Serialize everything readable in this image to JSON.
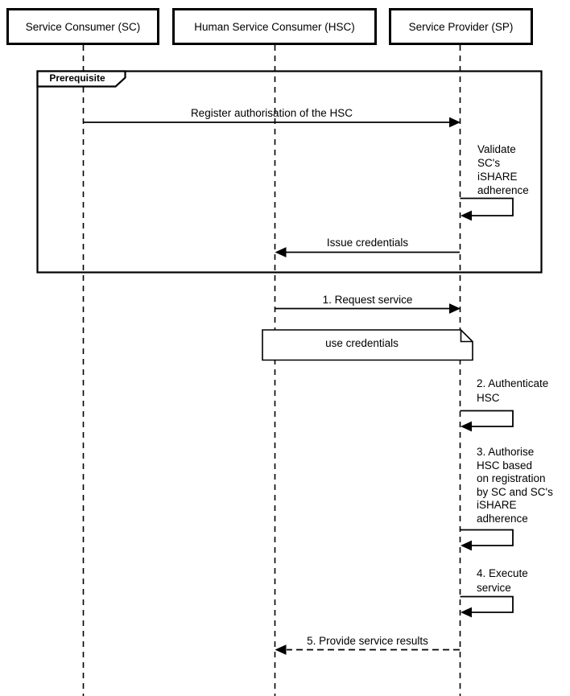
{
  "actors": [
    {
      "id": "SC",
      "label": "Service Consumer (SC)"
    },
    {
      "id": "HSC",
      "label": "Human Service Consumer (HSC)"
    },
    {
      "id": "SP",
      "label": "Service Provider (SP)"
    }
  ],
  "frame": {
    "label": "Prerequisite"
  },
  "note": {
    "label": "use credentials"
  },
  "messages": [
    {
      "name": "register",
      "label": "Register authorisation of the HSC",
      "from": "SC",
      "to": "SP",
      "style": "solid"
    },
    {
      "name": "validate",
      "label": "Validate\nSC's\niSHARE\nadherence",
      "from": "SP",
      "to": "SP",
      "style": "self"
    },
    {
      "name": "issue",
      "label": "Issue credentials",
      "from": "SP",
      "to": "HSC",
      "style": "solid"
    },
    {
      "name": "request",
      "label": "1. Request service",
      "from": "HSC",
      "to": "SP",
      "style": "solid"
    },
    {
      "name": "authenticate",
      "label": "2. Authenticate\nHSC",
      "from": "SP",
      "to": "SP",
      "style": "self"
    },
    {
      "name": "authorise",
      "label": "3. Authorise\nHSC based\non registration\nby SC and SC's\niSHARE\nadherence",
      "from": "SP",
      "to": "SP",
      "style": "self"
    },
    {
      "name": "execute",
      "label": "4. Execute\nservice",
      "from": "SP",
      "to": "SP",
      "style": "self"
    },
    {
      "name": "provide",
      "label": "5. Provide service results",
      "from": "SP",
      "to": "HSC",
      "style": "dashed"
    }
  ],
  "colors": {
    "line": "#000000",
    "background": "#ffffff"
  }
}
